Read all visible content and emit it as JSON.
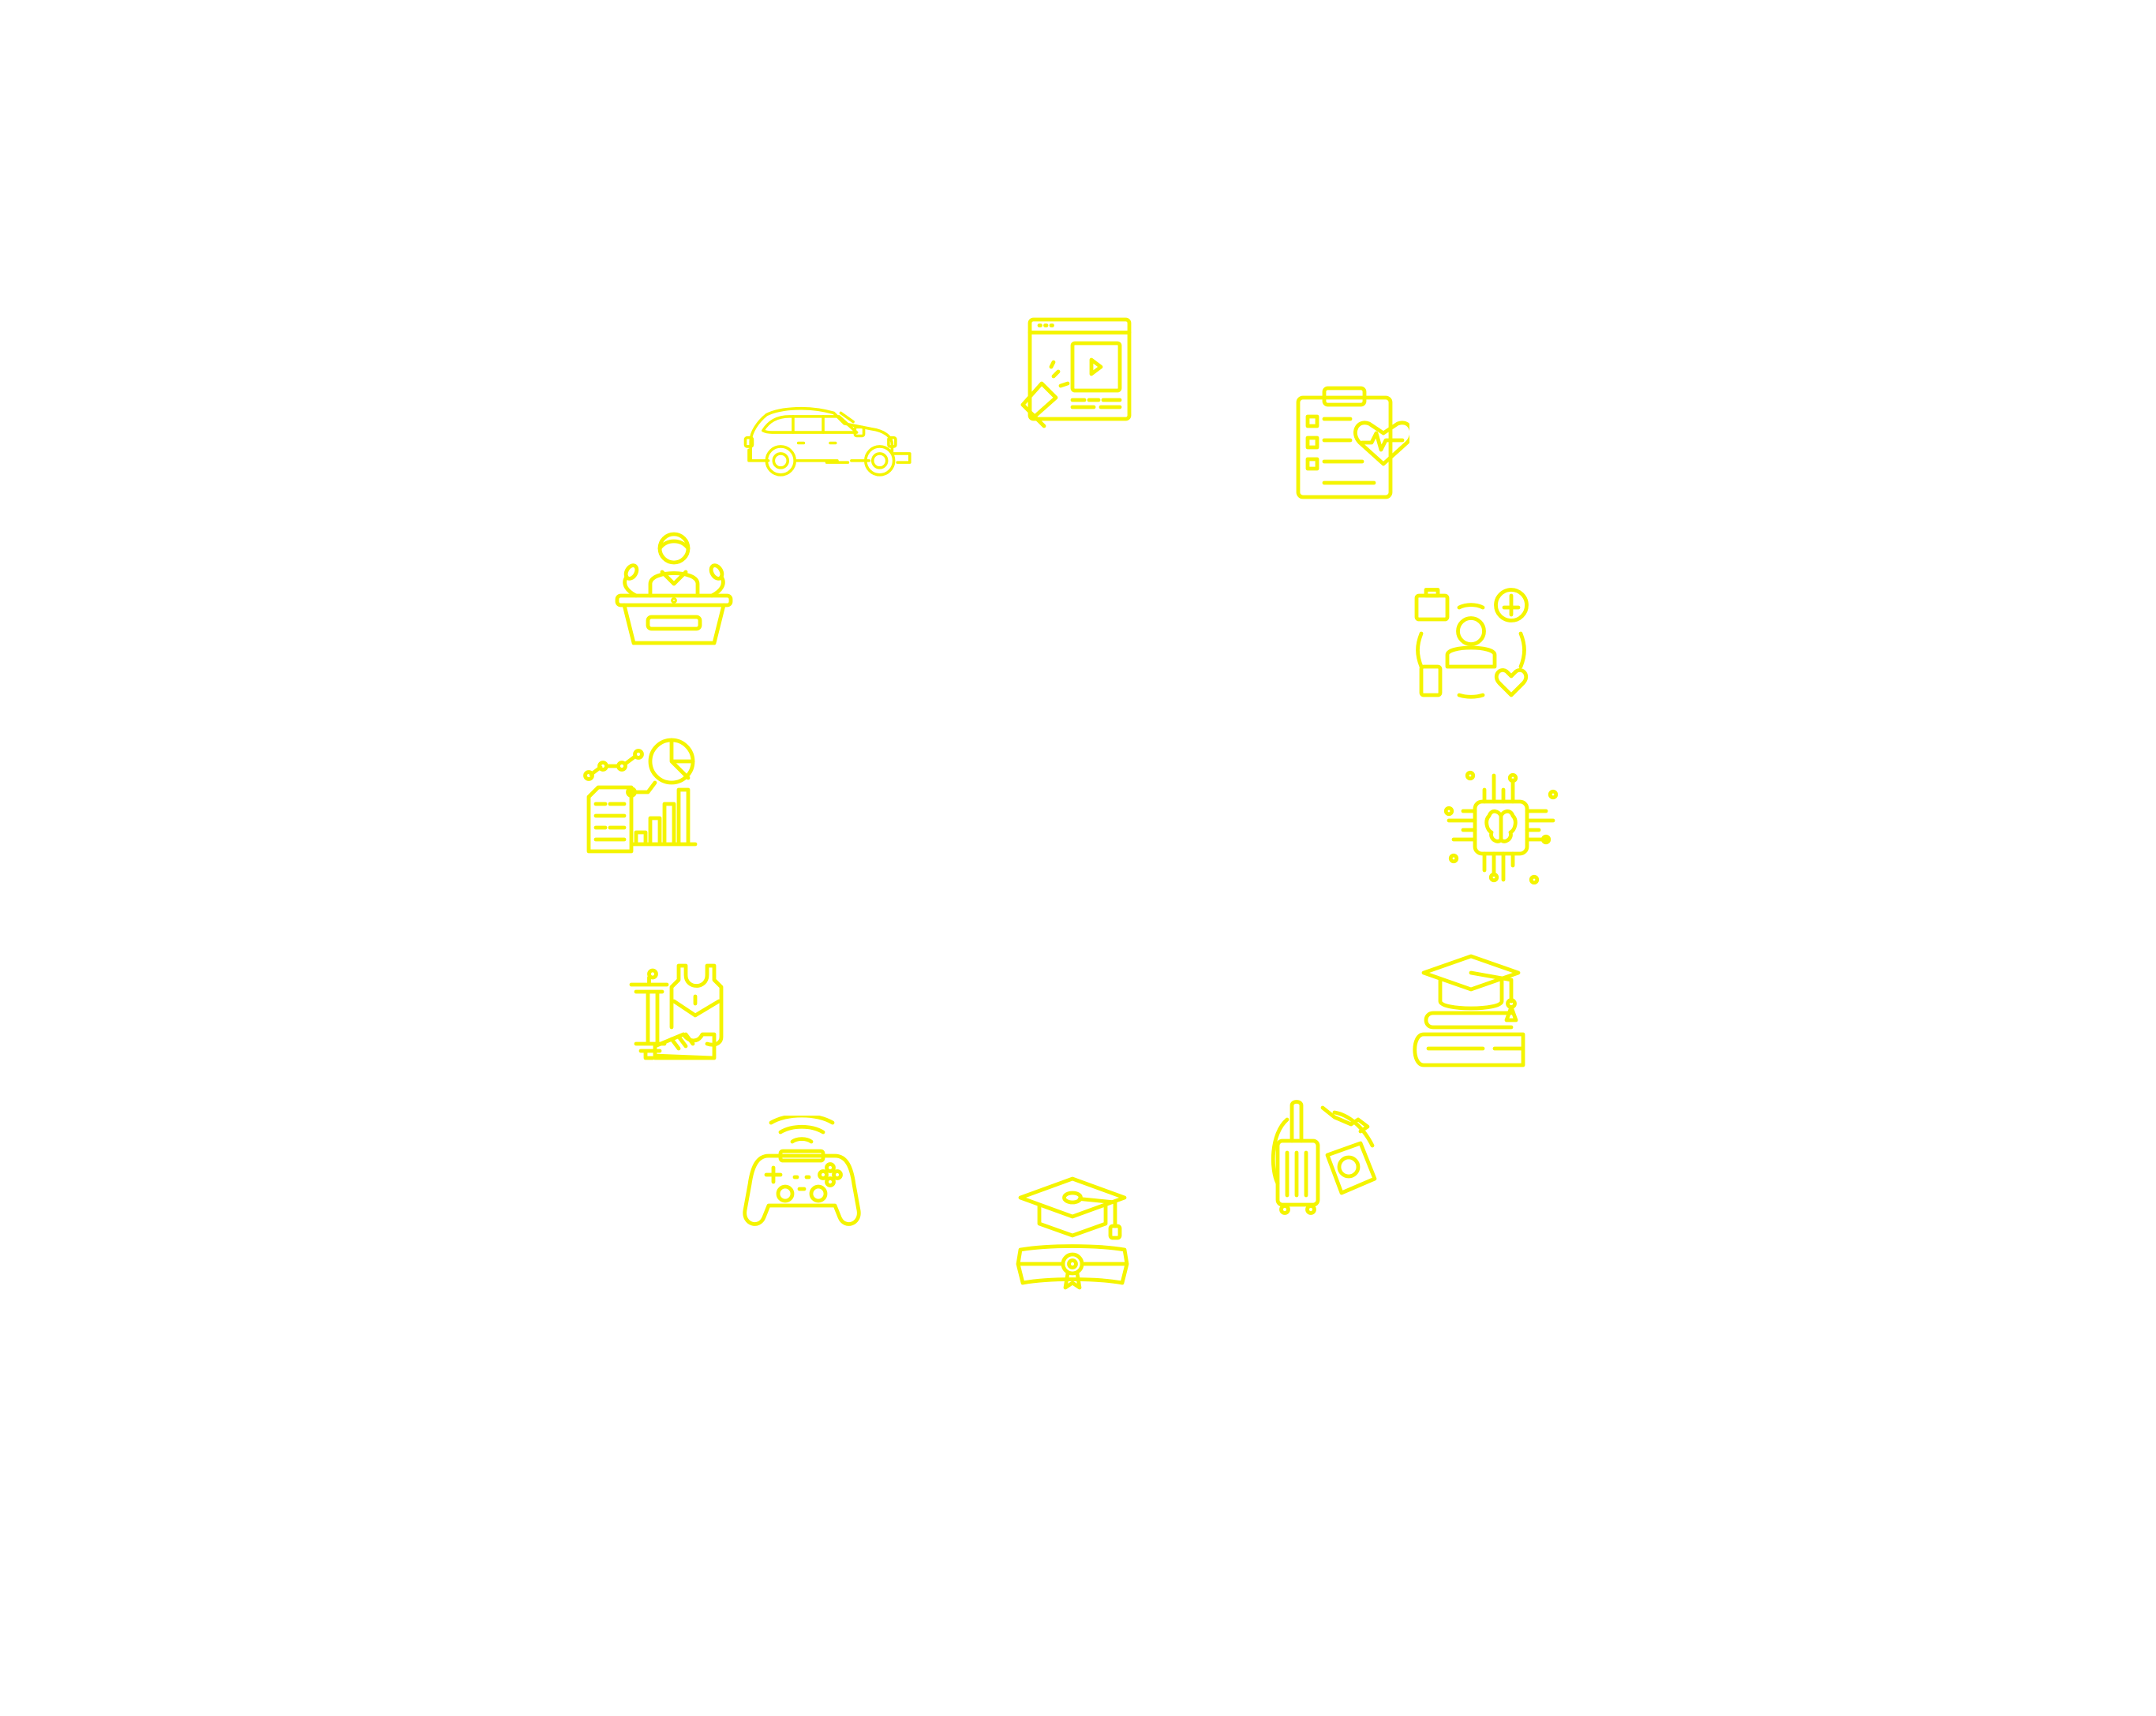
{
  "colors": {
    "icon": "#f4f400",
    "background": "#ffffff"
  },
  "icons": [
    "video-marketing",
    "health-checklist",
    "lifestyle",
    "artificial-intelligence",
    "education-books",
    "travel",
    "graduation-diploma",
    "gaming",
    "fitness-sports",
    "finance-analytics",
    "politics-speaker",
    "automotive"
  ]
}
